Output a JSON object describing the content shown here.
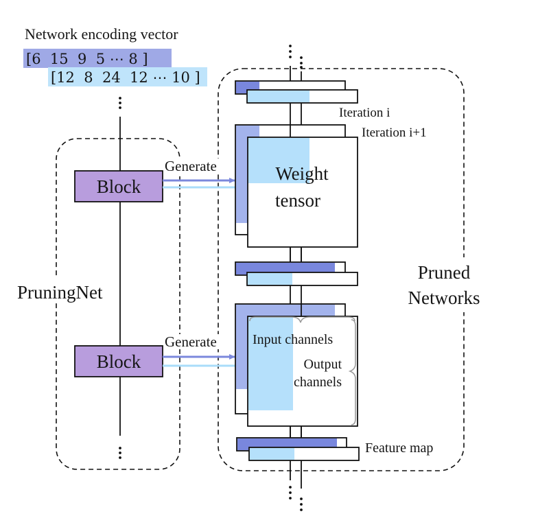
{
  "title": "Network encoding vector",
  "encoding_vectors": [
    {
      "name": "vector-iteration-i",
      "text": "[6  15  9  5 ⋯ 8 ]",
      "color": "#9fa9e6"
    },
    {
      "name": "vector-iteration-i-plus-1",
      "text": "[12  8  24  12 ⋯ 10 ]",
      "color": "#bfe4fb"
    }
  ],
  "pruningnet": {
    "label": "PruningNet",
    "blocks": [
      {
        "label": "Block",
        "arrow_label": "Generate"
      },
      {
        "label": "Block",
        "arrow_label": "Generate"
      }
    ],
    "ellipsis": "⋮"
  },
  "pruned_networks": {
    "label_line1": "Pruned",
    "label_line2": "Networks",
    "iteration_labels": [
      "Iteration i",
      "Iteration i+1"
    ],
    "weight_tensor_line1": "Weight",
    "weight_tensor_line2": "tensor",
    "input_channels": "Input channels",
    "output_channels_line1": "Output",
    "output_channels_line2": "channels",
    "feature_map": "Feature map"
  },
  "colors": {
    "block_fill": "#b89ddd",
    "dark_blue": "#7987dd",
    "mid_blue": "#a3b3ec",
    "light_blue": "#b5e0fb",
    "arrow_dark": "#7b88dc",
    "arrow_light": "#a9dcfa",
    "stroke": "#111111"
  }
}
